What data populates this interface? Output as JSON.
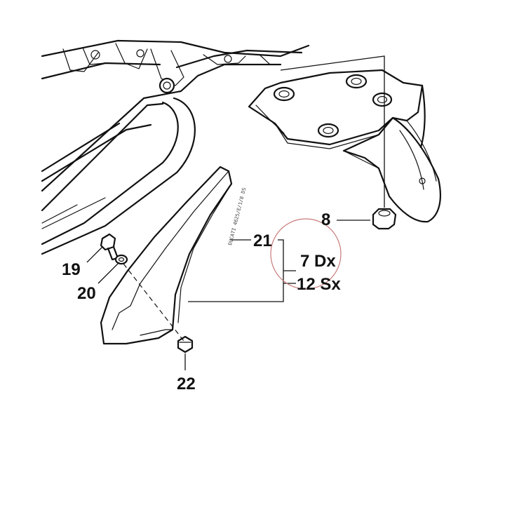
{
  "callouts": {
    "part_8": "8",
    "part_19": "19",
    "part_20": "20",
    "part_21": "21",
    "part_22": "22",
    "part_7_dx": "7 Dx",
    "part_12_sx": "12 Sx"
  },
  "molded_marking": "DUCATI 4625/E/1/8 DS",
  "colors": {
    "line": "#111111",
    "highlight_circle": "#c87a7a",
    "background": "#ffffff"
  }
}
